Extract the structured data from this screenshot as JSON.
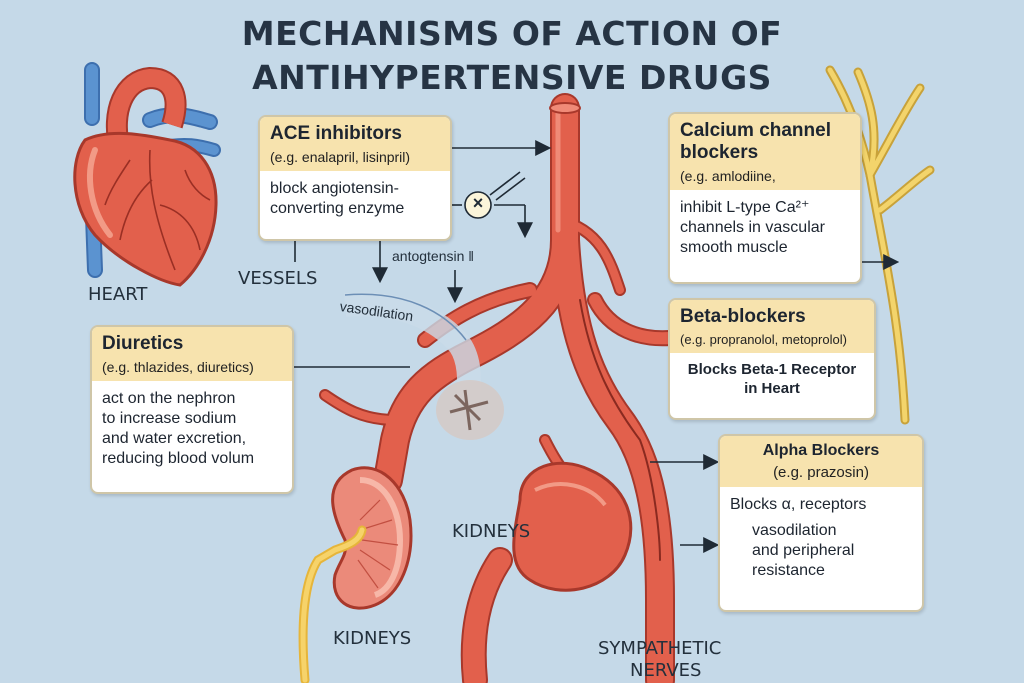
{
  "title": {
    "line1": "MECHANISMS OF ACTION OF",
    "line2": "ANTIHYPERTENSIVE DRUGS"
  },
  "organs": {
    "heart": "HEART",
    "vessels": "VESSELS",
    "kidneys_left": "KIDNEYS",
    "kidneys_center": "KIDNEYS",
    "sympathetic_line1": "SYMPATHETIC",
    "sympathetic_line2": "NERVES"
  },
  "labels": {
    "angiotensin": "antogtensin ǁ",
    "vasodilation": "vasodilation",
    "inhibit_symbol": "×"
  },
  "cards": {
    "ace": {
      "name": "ACE inhibitors",
      "example": "(e.g. enalapril, lisinpril)",
      "line1": "block angiotensin-",
      "line2": "converting enzyme"
    },
    "calcium": {
      "name_line1": "Calcium channel",
      "name_line2": "blockers",
      "example": "(e.g. amlodiine,",
      "line1": "inhibit L-type Ca²⁺",
      "line2": "channels in vascular",
      "line3": "smooth muscle"
    },
    "beta": {
      "name": "Beta-blockers",
      "example": "(e.g. propranolol, metoprolol)",
      "line1": "Blocks Beta-1 Receptor",
      "line2": "in Heart"
    },
    "diuretics": {
      "name": "Diuretics",
      "example": "(e.g. thlazides, diuretics)",
      "line1": "act on the nephron",
      "line2": "to increase sodium",
      "line3": "and water excretion,",
      "line4": "reducing blood volum"
    },
    "alpha": {
      "name": "Alpha Blockers",
      "example": "(e.g. prazosin)",
      "line1": "Blocks α, receptors",
      "line2": "vasodilation",
      "line3": "and peripheral",
      "line4": "resistance"
    }
  },
  "colors": {
    "background": "#c5d9e8",
    "vessel": "#e2604c",
    "vessel_dark": "#a8382b",
    "vein": "#4f86c6",
    "nerve": "#f3d46b",
    "card_header": "#f7e3ae"
  }
}
